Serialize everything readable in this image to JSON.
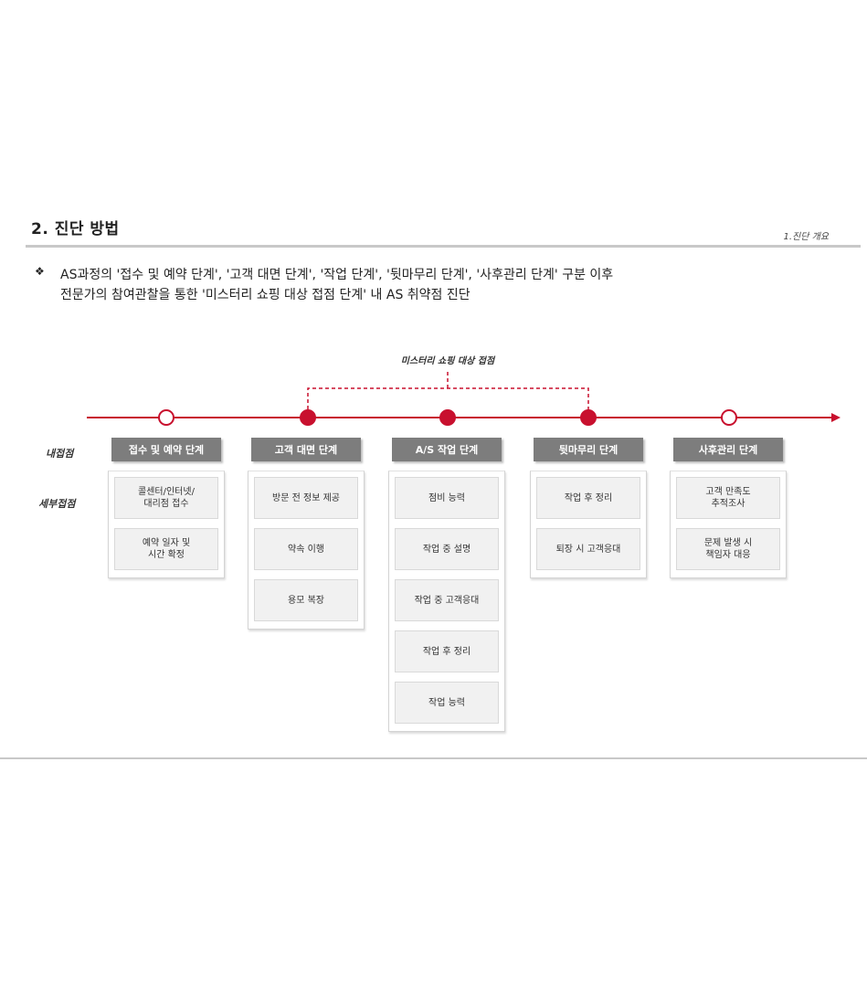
{
  "header": {
    "title": "2. 진단 방법",
    "subtitle": "1.진단 개요"
  },
  "description": {
    "bullet": "❖",
    "line1": "AS과정의 '접수 및 예약 단계', '고객 대면 단계', '작업 단계', '뒷마무리 단계', '사후관리 단계' 구분 이후",
    "line2": "전문가의 참여관찰을 통한 '미스터리 쇼핑 대상 접점 단계' 내 AS 취약점 진단"
  },
  "diagram": {
    "mystery_label": "미스터리 쇼핑 대상 접점",
    "row_labels": [
      "내접점",
      "세부접점"
    ],
    "columns": [
      {
        "stage": "접수 및 예약 단계",
        "items": [
          "콜센터/인터넷/\n대리점 접수",
          "예약 일자 및\n시간 확정"
        ]
      },
      {
        "stage": "고객 대면 단계",
        "items": [
          "방문 전 정보 제공",
          "약속 이행",
          "용모 복장"
        ]
      },
      {
        "stage": "A/S 작업 단계",
        "items": [
          "점비 능력",
          "작업 중 설명",
          "작업 중 고객응대",
          "작업 후 정리",
          "작업 능력"
        ]
      },
      {
        "stage": "뒷마무리 단계",
        "items": [
          "작업 후 정리",
          "퇴장 시 고객응대"
        ]
      },
      {
        "stage": "사후관리 단계",
        "items": [
          "고객 만족도\n추적조사",
          "문제 발생 시\n책임자 대응"
        ]
      }
    ],
    "colors": {
      "accent": "#c8102e",
      "stage_bg": "#7d7d7d",
      "item_bg": "#f1f1f1"
    }
  }
}
